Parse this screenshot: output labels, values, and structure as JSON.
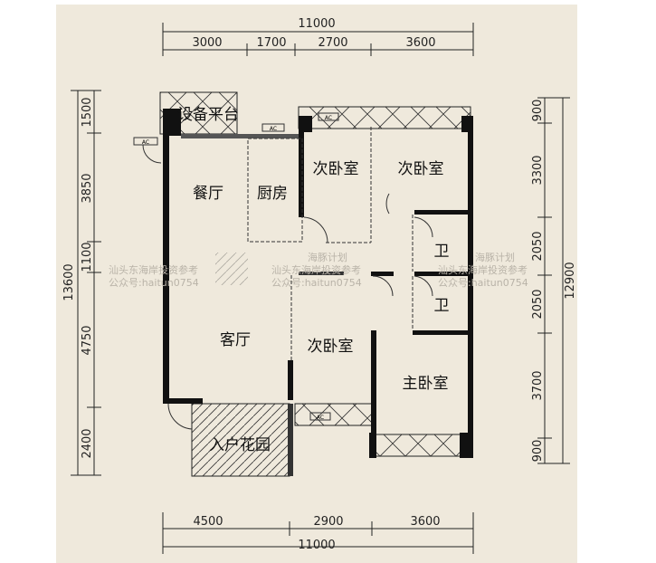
{
  "plan": {
    "dimensions": {
      "top_total": "11000",
      "top_segments": [
        "3000",
        "1700",
        "2700",
        "3600"
      ],
      "left_total": "13600",
      "left_segments": [
        "1500",
        "3850",
        "1100",
        "4750",
        "2400"
      ],
      "right_total": "12900",
      "right_segments": [
        "900",
        "3300",
        "2050",
        "2050",
        "3700",
        "900"
      ],
      "bottom_segments": [
        "4500",
        "2900",
        "3600"
      ],
      "bottom_total": "11000"
    },
    "rooms": {
      "equipment_platform": "设备平台",
      "dining": "餐厅",
      "kitchen": "厨房",
      "bedroom_2a": "次卧室",
      "bedroom_2b": "次卧室",
      "bath_1": "卫",
      "bath_2": "卫",
      "living": "客厅",
      "bedroom_2c": "次卧室",
      "master": "主卧室",
      "garden": "入户花园"
    },
    "ac_label": "AC",
    "watermark": {
      "brand": "海豚计划",
      "line1": "汕头东海岸投资参考",
      "line2": "公众号:haitun0754"
    }
  }
}
